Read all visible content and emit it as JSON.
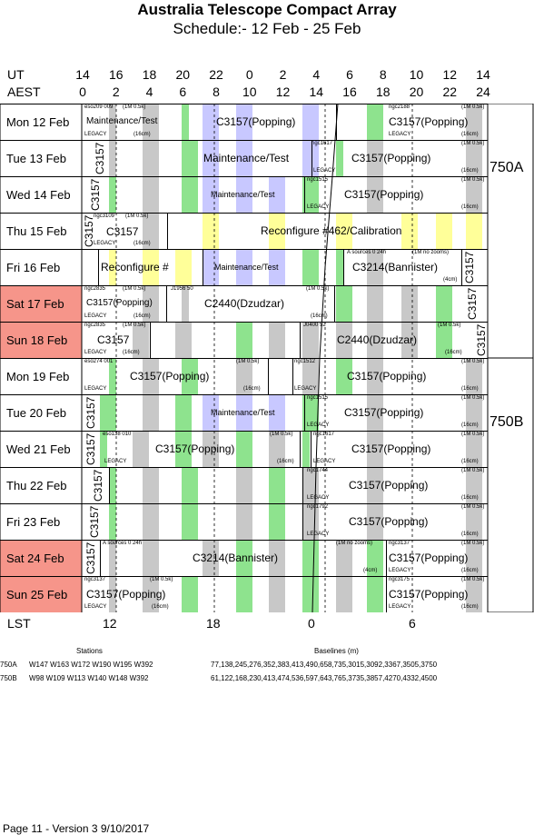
{
  "header": {
    "title": "Australia Telescope Compact Array",
    "subtitle": "Schedule:- 12 Feb - 25 Feb",
    "ut_label": "UT",
    "aest_label": "AEST",
    "ut_ticks": [
      "14",
      "16",
      "18",
      "20",
      "22",
      "0",
      "2",
      "4",
      "6",
      "8",
      "10",
      "12",
      "14"
    ],
    "aest_ticks": [
      "0",
      "2",
      "4",
      "6",
      "8",
      "10",
      "12",
      "14",
      "16",
      "18",
      "20",
      "22",
      "24"
    ]
  },
  "days": [
    {
      "label": "Mon   12 Feb",
      "weekend": false
    },
    {
      "label": "Tue   13 Feb",
      "weekend": false
    },
    {
      "label": "Wed   14 Feb",
      "weekend": false
    },
    {
      "label": "Thu   15 Feb",
      "weekend": false
    },
    {
      "label": "Fri    16 Feb",
      "weekend": false
    },
    {
      "label": "Sat    17 Feb",
      "weekend": true
    },
    {
      "label": "Sun   18 Feb",
      "weekend": true
    },
    {
      "label": "Mon   19 Feb",
      "weekend": false
    },
    {
      "label": "Tue   20 Feb",
      "weekend": false
    },
    {
      "label": "Wed   21 Feb",
      "weekend": false
    },
    {
      "label": "Thu   22 Feb",
      "weekend": false
    },
    {
      "label": "Fri    23 Feb",
      "weekend": false
    },
    {
      "label": "Sat    24 Feb",
      "weekend": true
    },
    {
      "label": "Sun   25 Feb",
      "weekend": true
    }
  ],
  "configs": {
    "first": "750A",
    "second": "750B"
  },
  "blocks": [
    {
      "row": 0,
      "name": "Maintenance/Test"
    },
    {
      "row": 0,
      "name": "C3157(Popping)"
    },
    {
      "row": 0,
      "name": "C3157(Popping)"
    },
    {
      "row": 1,
      "name": "Maintenance/Test"
    },
    {
      "row": 1,
      "name": "C3157(Popping)"
    },
    {
      "row": 2,
      "name": "Maintenance/Test"
    },
    {
      "row": 2,
      "name": "C3157(Popping)"
    },
    {
      "row": 3,
      "name": "C3157"
    },
    {
      "row": 3,
      "name": "Reconfigure #462/Calibration"
    },
    {
      "row": 4,
      "name": "Reconfigure #"
    },
    {
      "row": 4,
      "name": "Maintenance/Test"
    },
    {
      "row": 4,
      "name": "C3214(Bannister)"
    },
    {
      "row": 5,
      "name": "C3157(Popping)"
    },
    {
      "row": 5,
      "name": "C2440(Dzudzar)"
    },
    {
      "row": 6,
      "name": "C3157"
    },
    {
      "row": 6,
      "name": "C2440(Dzudzar)"
    },
    {
      "row": 7,
      "name": "C3157(Popping)"
    },
    {
      "row": 7,
      "name": "C3157(Popping)"
    },
    {
      "row": 8,
      "name": "Maintenance/Test"
    },
    {
      "row": 8,
      "name": "C3157(Popping)"
    },
    {
      "row": 9,
      "name": "C3157(Popping)"
    },
    {
      "row": 9,
      "name": "C3157(Popping)"
    },
    {
      "row": 10,
      "name": "C3157(Popping)"
    },
    {
      "row": 11,
      "name": "C3157(Popping)"
    },
    {
      "row": 12,
      "name": "C3214(Bannister)"
    },
    {
      "row": 12,
      "name": "C3157(Popping)"
    },
    {
      "row": 13,
      "name": "C3157(Popping)"
    },
    {
      "row": 13,
      "name": "C3157(Popping)"
    }
  ],
  "small_labels": {
    "legacy": "LEGACY",
    "band16": "(16cm)",
    "band4": "(4cm)",
    "res": "(1M 0.5k)",
    "ngc2188": "ngc2188",
    "eso209": "eso209 009",
    "ngc1617": "ngc1617",
    "ngc1515": "ngc1515",
    "ngc3109": "ngc3109",
    "sources": "A  sources 0 24h",
    "nozoom": "(1M no zooms)",
    "ngc2835": "ngc2835",
    "j1956": "J1956 50",
    "j0400": "J0400 52",
    "eso274": "eso274 001",
    "ngc1512": "ngc1512",
    "eso138": "eso138 010",
    "ngc1744": "ngc1744",
    "ngc1792": "ngc1792",
    "ngc3137": "ngc3137",
    "ngc3175": "ngc3175",
    "c3157": "C3157"
  },
  "lst": {
    "label": "LST",
    "ticks": [
      "12",
      "18",
      "0",
      "6"
    ]
  },
  "stations": {
    "stations_header": "Stations",
    "baselines_header": "Baselines (m)",
    "rows": [
      {
        "cfg": "750A",
        "stations": "W147 W163 W172 W190 W195 W392",
        "baselines": "77,138,245,276,352,383,413,490,658,735,3015,3092,3367,3505,3750"
      },
      {
        "cfg": "750B",
        "stations": "W98 W109 W113 W140 W148 W392",
        "baselines": "61,122,168,230,413,474,536,597,643,765,3735,3857,4270,4332,4500"
      }
    ]
  },
  "footer": {
    "text": "Page 11 - Version 3  9/10/2017"
  }
}
